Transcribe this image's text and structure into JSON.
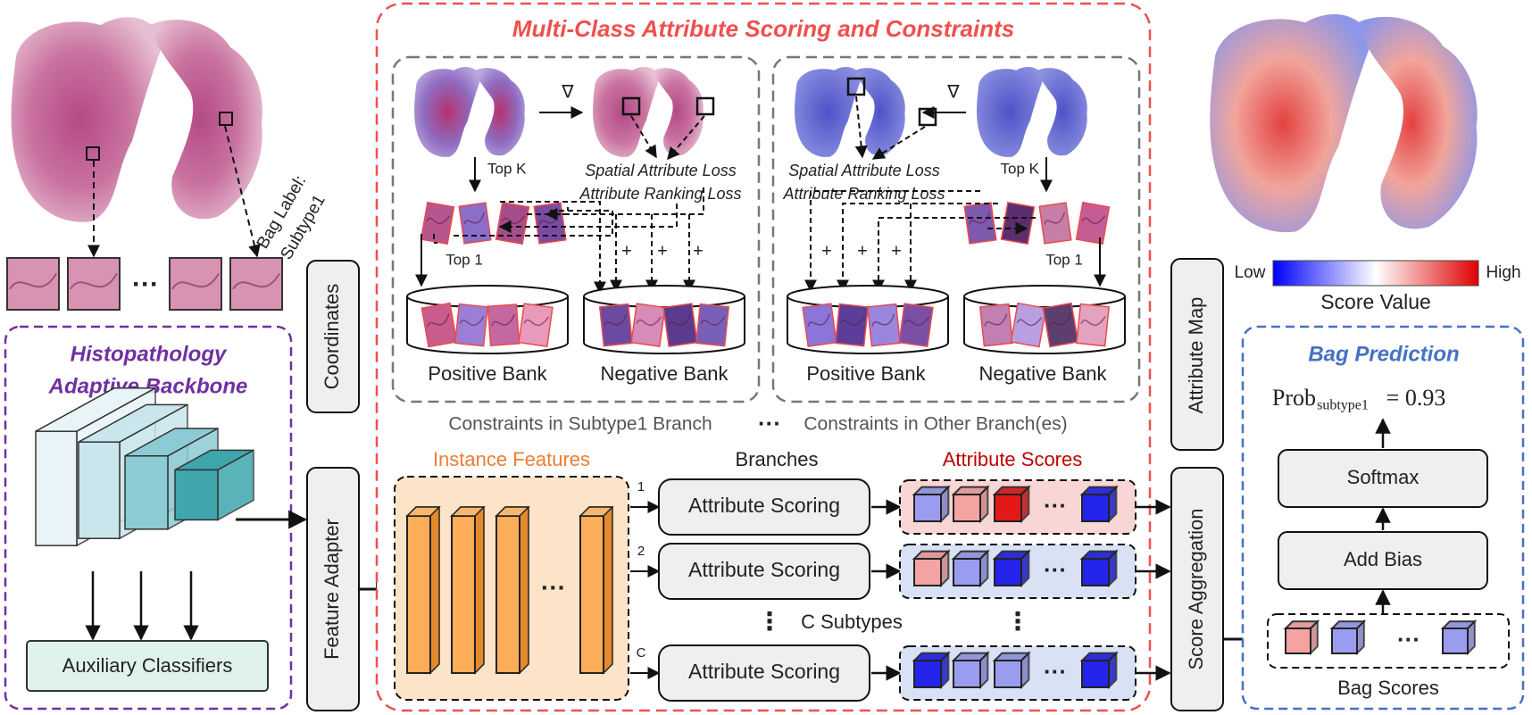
{
  "title": "Multi-Class Attribute Scoring and Constraints",
  "labels": {
    "bag_label": "Bag Label:",
    "bag_label_value": "Subtype1",
    "ellipsis": "···",
    "backbone_line1": "Histopathology",
    "backbone_line2": "Adaptive Backbone",
    "auxiliary_classifiers": "Auxiliary Classifiers",
    "coordinates": "Coordinates",
    "feature_adapter": "Feature Adapter",
    "attribute_map": "Attribute Map",
    "score_aggregation": "Score Aggregation",
    "score_low": "Low",
    "score_high": "High",
    "score_value": "Score Value",
    "bag_prediction": "Bag Prediction",
    "prob_base": "Prob",
    "prob_sub": "subtype1",
    "prob_value": "= 0.93",
    "softmax": "Softmax",
    "add_bias": "Add Bias",
    "bag_scores": "Bag Scores"
  },
  "constraints": {
    "grad_symbol": "∇",
    "top_k": "Top K",
    "top_1": "Top 1",
    "spatial_loss": "Spatial Attribute Loss",
    "ranking_loss": "Attribute Ranking Loss",
    "plus": "+",
    "positive_bank": "Positive Bank",
    "negative_bank": "Negative Bank",
    "caption_subtype1": "Constraints in Subtype1 Branch",
    "caption_dots": "···",
    "caption_other": "Constraints in Other Branch(es)"
  },
  "branches": {
    "instance_features": "Instance Features",
    "branches_label": "Branches",
    "attribute_scores": "Attribute Scores",
    "attribute_scoring": "Attribute Scoring",
    "index_1": "1",
    "index_2": "2",
    "index_c": "C",
    "c_subtypes": "C Subtypes",
    "vdots": "⋮",
    "ellipsis": "···"
  },
  "colors": {
    "title_red": "#f0504e",
    "backbone_purple": "#7030a0",
    "bag_blue": "#4472c4",
    "instance_orange": "#ed7d31",
    "scores_red": "#c00000",
    "feature_fill": "#fbad5a",
    "score_high": "#e30000",
    "score_low": "#1a1aff"
  }
}
